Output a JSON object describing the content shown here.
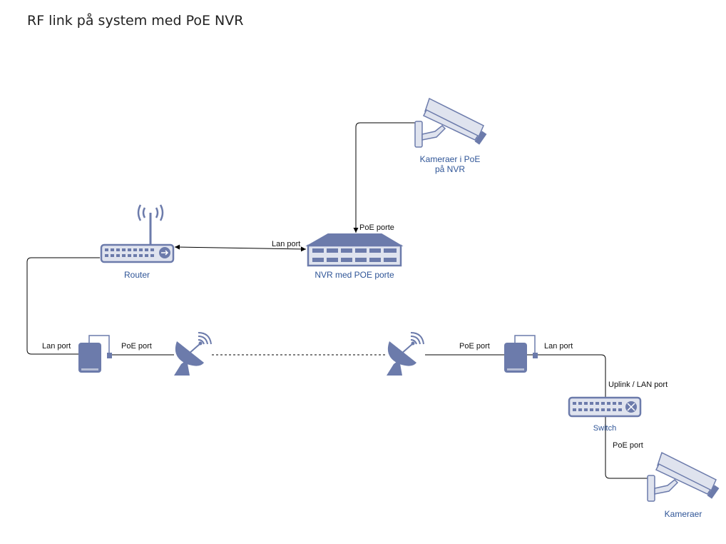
{
  "title": "RF link på system med PoE NVR",
  "devices": {
    "router": "Router",
    "nvr": "NVR med POE porte",
    "cameras_nvr": "Kameraer i PoE\npå NVR",
    "switch": "Switch",
    "cameras": "Kameraer"
  },
  "ports": {
    "nvr_poe": "PoE porte",
    "nvr_lan": "Lan port",
    "left_injector_lan": "Lan port",
    "left_injector_poe": "PoE port",
    "right_injector_poe": "PoE port",
    "right_injector_lan": "Lan port",
    "switch_uplink": "Uplink / LAN port",
    "switch_poe": "PoE port"
  },
  "colors": {
    "device": "#6c7bab",
    "device_light": "#dfe3ee",
    "label": "#2f5597",
    "line": "#000000"
  }
}
